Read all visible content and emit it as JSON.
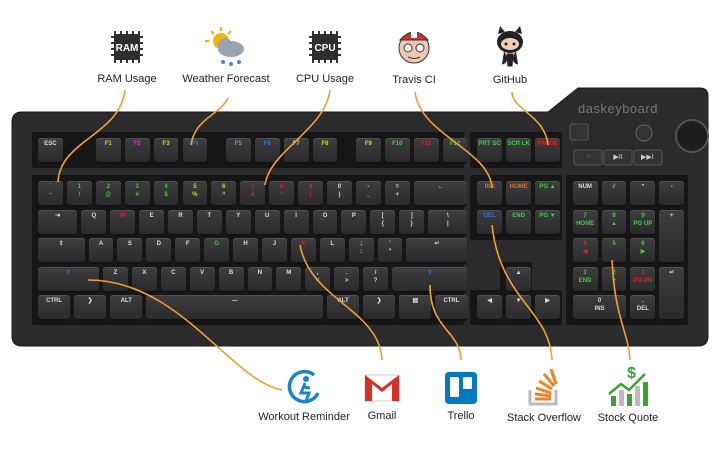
{
  "top_integrations": [
    {
      "label": "RAM Usage",
      "icon": "ram-chip-icon",
      "chip_text": "RAM"
    },
    {
      "label": "Weather Forecast",
      "icon": "weather-icon"
    },
    {
      "label": "CPU Usage",
      "icon": "cpu-chip-icon",
      "chip_text": "CPU"
    },
    {
      "label": "Travis CI",
      "icon": "travis-ci-icon"
    },
    {
      "label": "GitHub",
      "icon": "github-icon"
    }
  ],
  "bottom_integrations": [
    {
      "label": "Workout Reminder",
      "icon": "workout-icon"
    },
    {
      "label": "Gmail",
      "icon": "gmail-icon"
    },
    {
      "label": "Trello",
      "icon": "trello-icon"
    },
    {
      "label": "Stack Overflow",
      "icon": "stack-overflow-icon"
    },
    {
      "label": "Stock Quote",
      "icon": "stock-quote-icon"
    }
  ],
  "brand": "daskeyboard",
  "media_buttons": [
    "◌",
    "▶II",
    "▶▶I"
  ],
  "colors": {
    "wire": "#f0a030",
    "green": "#3ecf3e",
    "red": "#e02020",
    "blue": "#2f6fe0",
    "yellow": "#d8d820",
    "magenta": "#d030d0",
    "orange": "#e07020",
    "white": "#dddddd"
  },
  "keys": [
    {
      "l": "ESC"
    },
    {
      "l": "F1",
      "c": "yellow"
    },
    {
      "l": "F2",
      "c": "magenta"
    },
    {
      "l": "F3",
      "c": "yellow"
    },
    {
      "l": "F4",
      "c": "blue"
    },
    {
      "l": "F5",
      "c": "green"
    },
    {
      "l": "F6",
      "c": "blue"
    },
    {
      "l": "F7",
      "c": "yellow"
    },
    {
      "l": "F8",
      "c": "yellow"
    },
    {
      "l": "F9",
      "c": "yellow"
    },
    {
      "l": "F10",
      "c": "green"
    },
    {
      "l": "F11",
      "c": "red"
    },
    {
      "l": "F12",
      "c": "green"
    },
    {
      "l": "PRT SC",
      "c": "green"
    },
    {
      "l": "SCR LK",
      "c": "green"
    },
    {
      "l": "PAUSE",
      "c": "red"
    },
    {
      "l": "`",
      "s": "~",
      "c": "orange"
    },
    {
      "l": "1",
      "s": "!",
      "c": "green"
    },
    {
      "l": "2",
      "s": "@",
      "c": "green"
    },
    {
      "l": "3",
      "s": "#",
      "c": "green"
    },
    {
      "l": "4",
      "s": "$",
      "c": "green"
    },
    {
      "l": "5",
      "s": "%",
      "c": "yellow"
    },
    {
      "l": "6",
      "s": "^",
      "c": "yellow"
    },
    {
      "l": "7",
      "s": "&",
      "c": "red"
    },
    {
      "l": "8",
      "s": "*",
      "c": "red"
    },
    {
      "l": "9",
      "s": "(",
      "c": "red"
    },
    {
      "l": "0",
      "s": ")"
    },
    {
      "l": "-",
      "s": "_"
    },
    {
      "l": "=",
      "s": "+"
    },
    {
      "l": "←"
    },
    {
      "l": "INS",
      "c": "orange"
    },
    {
      "l": "HOME",
      "c": "orange"
    },
    {
      "l": "PG ▲",
      "c": "green"
    },
    {
      "l": "NUM"
    },
    {
      "l": "/"
    },
    {
      "l": "*"
    },
    {
      "l": "-"
    },
    {
      "l": "⇥"
    },
    {
      "l": "Q"
    },
    {
      "l": "W",
      "c": "red"
    },
    {
      "l": "E"
    },
    {
      "l": "R"
    },
    {
      "l": "T"
    },
    {
      "l": "Y"
    },
    {
      "l": "U"
    },
    {
      "l": "I"
    },
    {
      "l": "O"
    },
    {
      "l": "P"
    },
    {
      "l": "[",
      "s": "{"
    },
    {
      "l": "]",
      "s": "}"
    },
    {
      "l": "\\",
      "s": "|"
    },
    {
      "l": "DEL",
      "c": "blue"
    },
    {
      "l": "END",
      "c": "green"
    },
    {
      "l": "PG ▼",
      "c": "green"
    },
    {
      "l": "7",
      "s": "HOME",
      "c": "green"
    },
    {
      "l": "8",
      "s": "▲",
      "c": "green"
    },
    {
      "l": "9",
      "s": "PG UP",
      "c": "green"
    },
    {
      "l": "+"
    },
    {
      "l": "⇪"
    },
    {
      "l": "A"
    },
    {
      "l": "S"
    },
    {
      "l": "D"
    },
    {
      "l": "F"
    },
    {
      "l": "G",
      "c": "green"
    },
    {
      "l": "H"
    },
    {
      "l": "J"
    },
    {
      "l": "K",
      "c": "red"
    },
    {
      "l": "L"
    },
    {
      "l": ";",
      "s": ":"
    },
    {
      "l": "'",
      "s": "\""
    },
    {
      "l": "↵"
    },
    {
      "l": "4",
      "s": "◀",
      "c": "red"
    },
    {
      "l": "5",
      "c": "green"
    },
    {
      "l": "6",
      "s": "▶",
      "c": "green"
    },
    {
      "l": "⇧",
      "c": "blue"
    },
    {
      "l": "Z"
    },
    {
      "l": "X"
    },
    {
      "l": "C"
    },
    {
      "l": "V"
    },
    {
      "l": "B"
    },
    {
      "l": "N"
    },
    {
      "l": "M"
    },
    {
      "l": ",",
      "s": "<"
    },
    {
      "l": ".",
      "s": ">"
    },
    {
      "l": "/",
      "s": "?"
    },
    {
      "l": "⇧",
      "c": "blue"
    },
    {
      "l": "▲"
    },
    {
      "l": "1",
      "s": "END",
      "c": "green"
    },
    {
      "l": "2",
      "s": "▼",
      "c": "green"
    },
    {
      "l": "3",
      "s": "PG DN",
      "c": "red"
    },
    {
      "l": "↵"
    },
    {
      "l": "CTRL"
    },
    {
      "l": "❯"
    },
    {
      "l": "ALT"
    },
    {
      "l": "—"
    },
    {
      "l": "ALT"
    },
    {
      "l": "❯"
    },
    {
      "l": "▤"
    },
    {
      "l": "CTRL"
    },
    {
      "l": "◀"
    },
    {
      "l": "▼"
    },
    {
      "l": "▶"
    },
    {
      "l": "0",
      "s": "INS"
    },
    {
      "l": ".",
      "s": "DEL"
    }
  ]
}
